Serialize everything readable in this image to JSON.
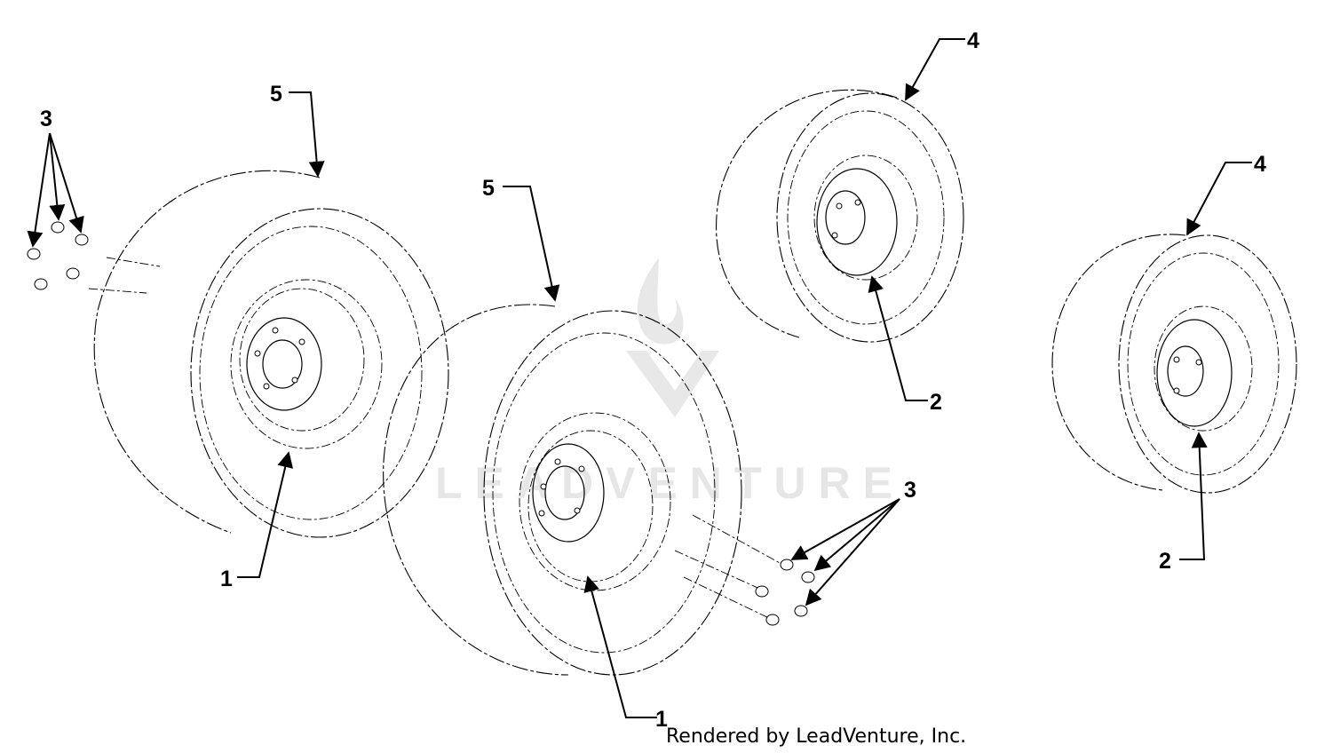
{
  "diagram": {
    "callouts": [
      "1",
      "2",
      "3",
      "4",
      "5"
    ],
    "credit": "Rendered by LeadVenture, Inc.",
    "watermark": "LEADVENTURE"
  },
  "colors": {
    "line": "#000000",
    "watermark": "#e6e6e6",
    "background": "#ffffff"
  }
}
